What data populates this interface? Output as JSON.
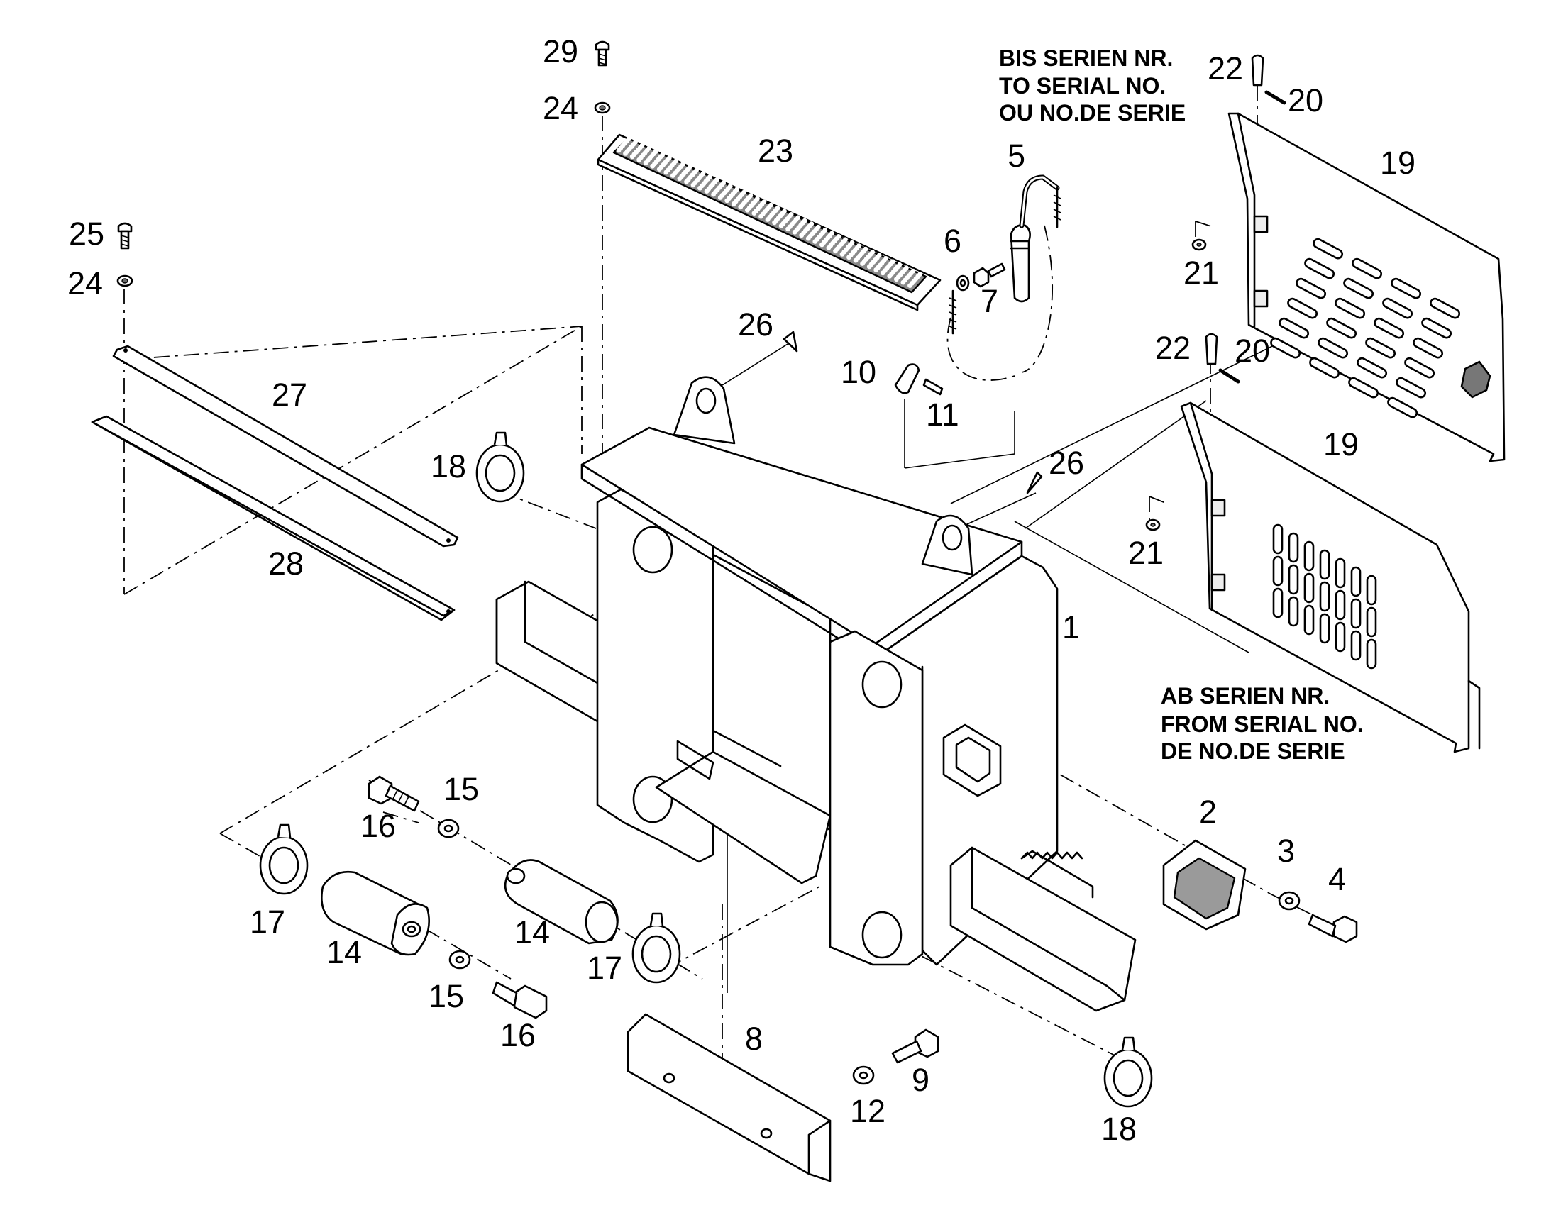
{
  "notes": {
    "before_serial": [
      "BIS SERIEN NR.",
      "TO SERIAL NO.",
      "OU NO.DE SERIE"
    ],
    "after_serial": [
      "AB SERIEN NR.",
      "FROM SERIAL NO.",
      "DE NO.DE SERIE"
    ]
  },
  "callouts": {
    "c1": "1",
    "c2": "2",
    "c3": "3",
    "c4": "4",
    "c5": "5",
    "c6": "6",
    "c7": "7",
    "c8": "8",
    "c9": "9",
    "c10": "10",
    "c11": "11",
    "c12": "12",
    "c14a": "14",
    "c14b": "14",
    "c15a": "15",
    "c15b": "15",
    "c16a": "16",
    "c16b": "16",
    "c17a": "17",
    "c17b": "17",
    "c18a": "18",
    "c18b": "18",
    "c19a": "19",
    "c19b": "19",
    "c20a": "20",
    "c20b": "20",
    "c21a": "21",
    "c21b": "21",
    "c22a": "22",
    "c22b": "22",
    "c23": "23",
    "c24a": "24",
    "c24b": "24",
    "c25": "25",
    "c26a": "26",
    "c26b": "26",
    "c27": "27",
    "c28": "28",
    "c29": "29"
  }
}
